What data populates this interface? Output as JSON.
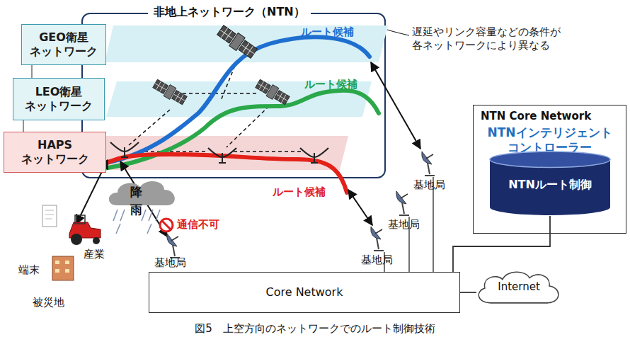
{
  "diagram": {
    "caption": "図5　上空方向のネットワークでのルート制御技術",
    "nodes": [
      {
        "text": [
          "GEO衛星 ネットワーク"
        ]
      },
      {
        "text": [
          "LEO衛星 ネットワーク"
        ]
      },
      {
        "text": [
          "HAPS ネットワーク"
        ]
      },
      {
        "text": [
          "非地上ネットワーク（NTN）"
        ]
      },
      {
        "text": [
          "NTN Core Network",
          "NTNインテリジェント コントローラー"
        ]
      },
      {
        "text": [
          "NTNルート制御"
        ],
        "in": 4
      },
      {
        "text": [
          "Core Network"
        ]
      },
      {
        "text": [
          "Internet"
        ]
      }
    ],
    "edges": [
      {
        "from": 0,
        "to": 1,
        "arrow": "none"
      },
      {
        "from": 1,
        "to": 2,
        "arrow": "none"
      },
      {
        "from": 5,
        "to": 6,
        "arrow": "none"
      },
      {
        "from": 6,
        "to": 7,
        "arrow": "none"
      }
    ],
    "labels": [
      "ルート候補",
      "ルート候補",
      "ルート候補",
      "遅延やリンク容量などの条件が 各ネットワークにより異なる",
      "基地局",
      "基地局",
      "基地局",
      "降雨",
      "通信不可",
      "基地局",
      "端末",
      "産業",
      "被災地"
    ]
  }
}
